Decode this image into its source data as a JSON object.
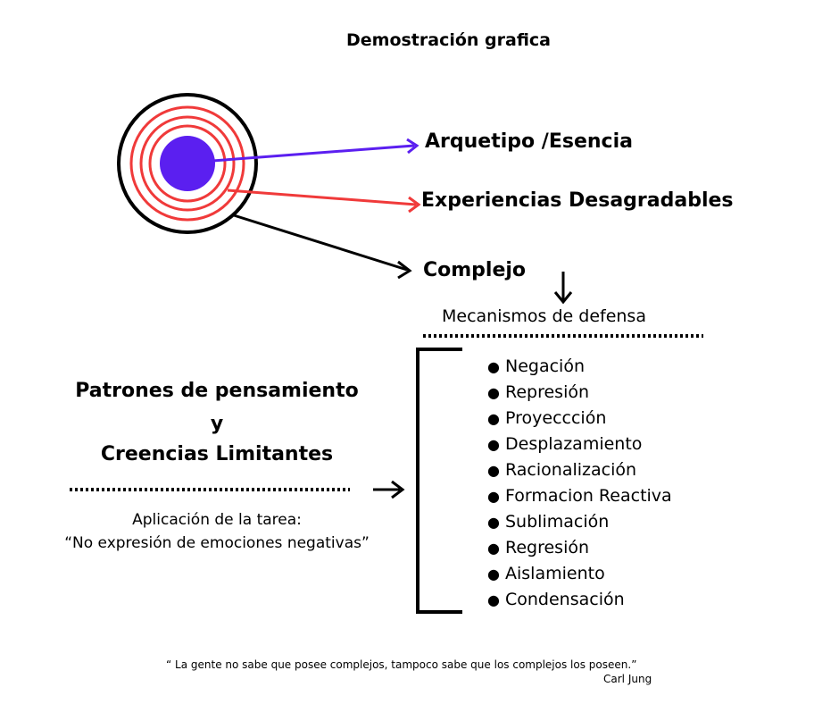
{
  "title": "Demostración grafica",
  "labels": {
    "arquetipo": "Arquetipo /Esencia",
    "experiencias": "Experiencias Desagradables",
    "complejo": "Complejo",
    "mecanismos": "Mecanismos de defensa"
  },
  "patrones": {
    "line1": "Patrones de pensamiento",
    "line2": "y",
    "line3": "Creencias Limitantes"
  },
  "tarea": {
    "line1": "Aplicación de la tarea:",
    "line2": "“No expresión de emociones negativas”"
  },
  "mechanisms": [
    "Negación",
    "Represión",
    "Proyeccción",
    "Desplazamiento",
    "Racionalización",
    "Formacion Reactiva",
    "Sublimación",
    "Regresión",
    "Aislamiento",
    "Condensación"
  ],
  "quote": {
    "text": "“ La gente no sabe que posee complejos, tampoco sabe que los complejos los poseen.”",
    "author": "Carl Jung"
  },
  "colors": {
    "core": "#5b1ff0",
    "experience": "#f03a3a",
    "complex": "#000000"
  }
}
